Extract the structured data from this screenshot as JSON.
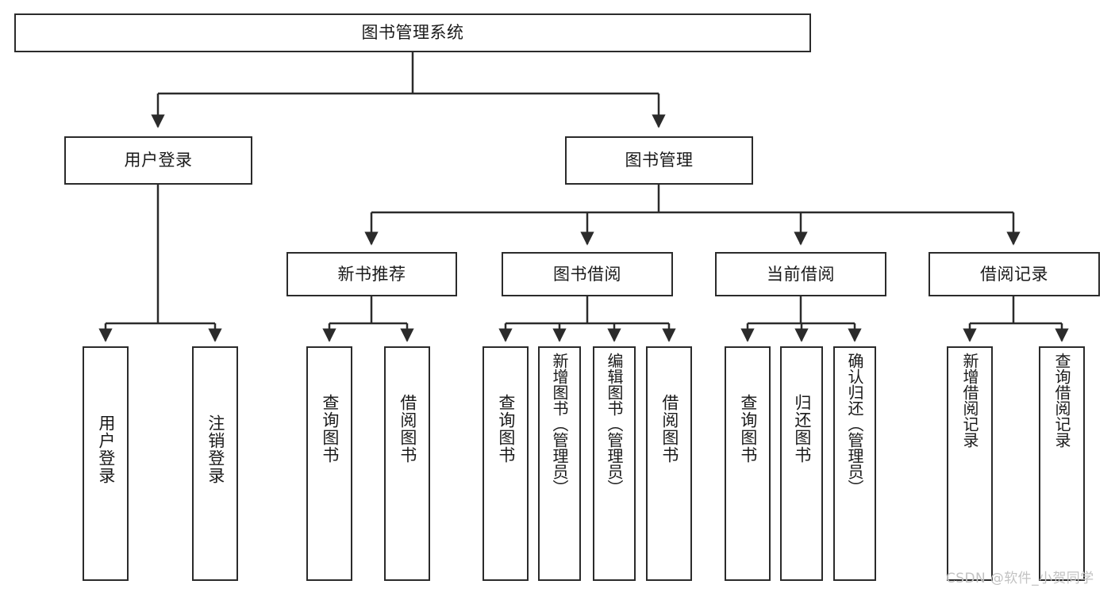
{
  "diagram": {
    "type": "hierarchy-tree",
    "title": "图书管理系统",
    "levels": 4,
    "root": {
      "id": "root",
      "label": "图书管理系统"
    },
    "level2": [
      {
        "id": "user-login",
        "label": "用户登录"
      },
      {
        "id": "book-management",
        "label": "图书管理"
      }
    ],
    "level3": [
      {
        "id": "new-book-recommend",
        "label": "新书推荐",
        "parent": "book-management"
      },
      {
        "id": "book-borrow",
        "label": "图书借阅",
        "parent": "book-management"
      },
      {
        "id": "current-borrow",
        "label": "当前借阅",
        "parent": "book-management"
      },
      {
        "id": "borrow-record",
        "label": "借阅记录",
        "parent": "book-management"
      }
    ],
    "leaves": {
      "user_login": [
        {
          "id": "leaf-user-login",
          "label": "用户登录"
        },
        {
          "id": "leaf-logout",
          "label": "注销登录"
        }
      ],
      "new_book_recommend": [
        {
          "id": "leaf-query-book-1",
          "label": "查询图书"
        },
        {
          "id": "leaf-borrow-book-1",
          "label": "借阅图书"
        }
      ],
      "book_borrow": [
        {
          "id": "leaf-query-book-2",
          "label": "查询图书"
        },
        {
          "id": "leaf-add-book",
          "label": "新增图书（管理员）"
        },
        {
          "id": "leaf-edit-book",
          "label": "编辑图书（管理员）"
        },
        {
          "id": "leaf-borrow-book-2",
          "label": "借阅图书"
        }
      ],
      "current_borrow": [
        {
          "id": "leaf-query-book-3",
          "label": "查询图书"
        },
        {
          "id": "leaf-return-book",
          "label": "归还图书"
        },
        {
          "id": "leaf-confirm-return",
          "label": "确认归还（管理员）"
        }
      ],
      "borrow_record": [
        {
          "id": "leaf-add-record",
          "label": "新增借阅记录"
        },
        {
          "id": "leaf-query-record",
          "label": "查询借阅记录"
        }
      ]
    }
  },
  "watermark": {
    "text": "CSDN @软件_小贺同学"
  },
  "colors": {
    "stroke": "#2b2b2b",
    "background": "#ffffff",
    "text": "#1a1a1a",
    "watermark": "#c2c2c2"
  }
}
